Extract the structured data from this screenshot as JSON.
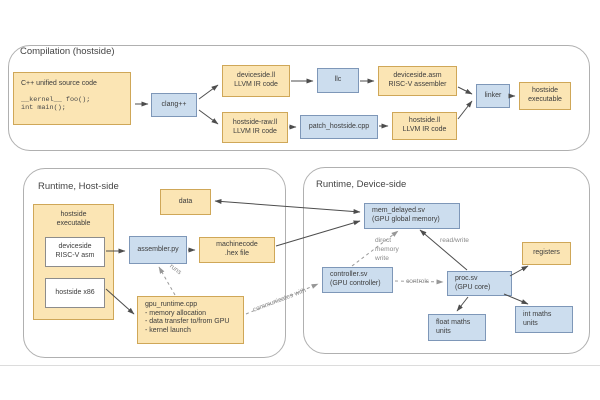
{
  "colors": {
    "box_yellow": "#fbe5b4",
    "border_yellow": "#cfa758",
    "box_blue": "#ccddee",
    "border_blue": "#7e97b8"
  },
  "compilation": {
    "title": "Compilation (hostside)",
    "source": {
      "title": "C++ unified source code",
      "code": "__kernel__ foo();\nint main();"
    },
    "clang": "clang++",
    "deviceside_ll": "deviceside.ll\nLLVM IR code",
    "llc": "llc",
    "deviceside_asm": "deviceside.asm\nRISC-V assembler",
    "hostside_raw": "hostside-raw.ll\nLLVM IR code",
    "patch_hostside": "patch_hostside.cpp",
    "hostside_ll": "hostside.ll\nLLVM IR code",
    "linker": "linker",
    "hostside_exe": "hostside\nexecutable"
  },
  "runtime_host": {
    "title": "Runtime, Host-side",
    "data_box": "data",
    "exe_container": "hostside\nexecutable",
    "deviceside_asm": "deviceside\nRISC-V asm",
    "hostside_x86": "hostside x86",
    "assembler": "assembler.py",
    "machinecode": "machinecode\n.hex file",
    "gpu_runtime": "gpu_runtime.cpp\n- memory allocation\n- data transfer to/from GPU\n- kernel launch"
  },
  "runtime_device": {
    "title": "Runtime, Device-side",
    "mem_delayed": "mem_delayed.sv\n(GPU global memory)",
    "registers": "registers",
    "controller": "controller.sv\n(GPU controller)",
    "proc": "proc.sv\n(GPU core)",
    "float_maths": "float maths\nunits",
    "int_maths": "int maths\nunits"
  },
  "edge_labels": {
    "runs": "runs",
    "communicates_with": "communicates with",
    "direct_memory_write": "direct\nmemory\nwrite",
    "read_write": "read/write",
    "controls": "controls"
  }
}
